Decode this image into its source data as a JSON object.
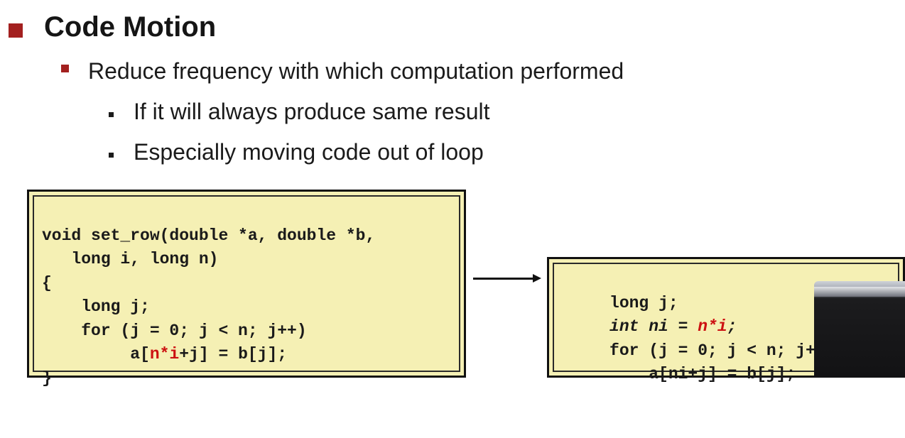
{
  "heading": "Code Motion",
  "point": "Reduce frequency with which computation performed",
  "subpoints": [
    "If it will always produce same result",
    "Especially moving code out of loop"
  ],
  "code_before": {
    "l1": "void set_row(double *a, double *b,",
    "l2": "   long i, long n)",
    "l3": "{",
    "l4": "    long j;",
    "l5": "    for (j = 0; j < n; j++)",
    "l6a": "         a[",
    "l6b": "n*i",
    "l6c": "+j] = b[j];",
    "l7": "}"
  },
  "code_after": {
    "l1": "     long j;",
    "l2a": "     ",
    "l2b": "int ni = ",
    "l2c": "n*i",
    "l2d": ";",
    "l3": "     for (j = 0; j < n; j++)",
    "l4": "         a[ni+j] = b[j];"
  },
  "colors": {
    "bullet_accent": "#a3201f",
    "code_background": "#f5f0b4",
    "highlight_red": "#cc1111"
  }
}
